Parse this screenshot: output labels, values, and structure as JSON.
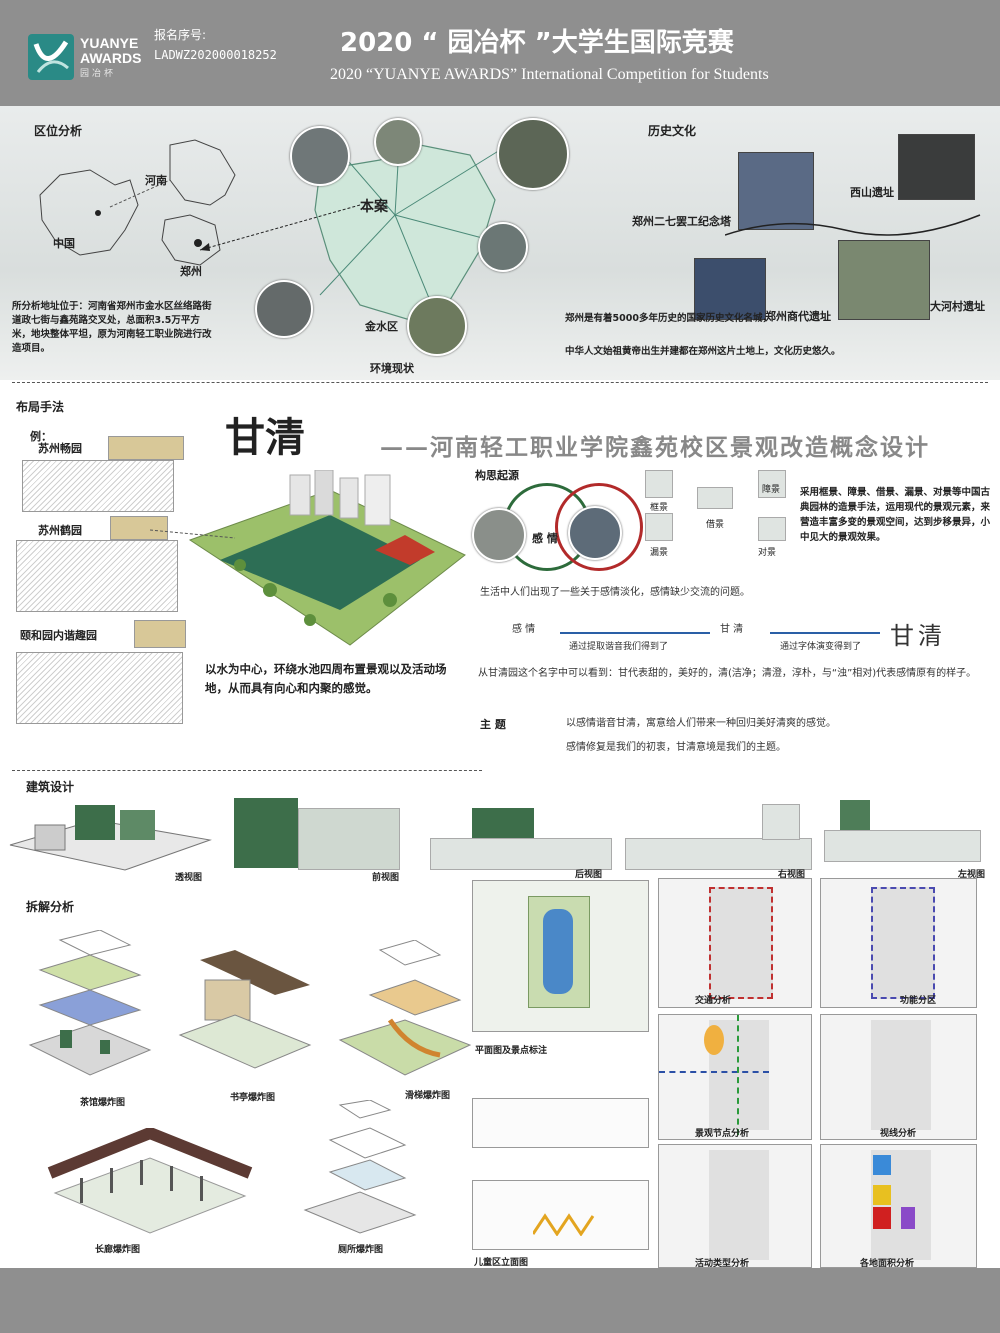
{
  "header": {
    "logo_text_line1": "YUANYE",
    "logo_text_line2": "AWARDS",
    "logo_cn": "园冶杯",
    "reg_label": "报名序号:",
    "reg_no": "LADWZ202000018252",
    "title_cn": "2020 “ 园冶杯 ”大学生国际竞赛",
    "title_en": "2020 “YUANYE AWARDS” International Competition for  Students"
  },
  "location": {
    "heading": "区位分析",
    "labels": {
      "henan": "河南",
      "china": "中国",
      "zhengzhou": "郑州",
      "campus": "本案",
      "district": "金水区",
      "status": "环境现状"
    },
    "description": "所分析地址位于：河南省郑州市金水区丝络路街道政七街与鑫苑路交叉处，总面积3.5万平方米，地块整体平坦，原为河南轻工职业院进行改造项目。"
  },
  "history": {
    "heading": "历史文化",
    "sites": {
      "xishan": "西山遗址",
      "erqi": "郑州二七罢工纪念塔",
      "shang": "郑州商代遗址",
      "dahe": "大河村遗址"
    },
    "description_1": "郑州是有着5000多年历史的国家历史文化名城，",
    "description_2": "中华人文始祖黄帝出生并建都在郑州这片土地上，文化历史悠久。"
  },
  "layout_method": {
    "heading": "布局手法",
    "example_label": "例：",
    "examples": [
      "苏州畅园",
      "苏州鹤园",
      "颐和园内谐趣园"
    ],
    "conclusion": "以水为中心，环绕水池四周布置景观以及活动场地，从而具有向心和内聚的感觉。"
  },
  "title": {
    "main": "甘清",
    "subtitle": "——河南轻工职业学院鑫苑校区景观改造概念设计"
  },
  "concept": {
    "heading": "构思起源",
    "center_label": "感 情",
    "methods": [
      "框景",
      "障景",
      "借景",
      "漏景",
      "对景"
    ],
    "methods_text": "采用框景、障景、借景、漏景、对景等中国古典园林的造景手法，运用现代的景观元素，来营造丰富多变的景观空间，达到步移景异，小中见大的景观效果。",
    "problem": "生活中人们出现了一些关于感情淡化，感情缺少交流的问题。",
    "flow_from": "感  情",
    "flow_mid": "甘  清",
    "flow_note_1": "通过提取谐音我们得到了",
    "flow_note_2": "通过字体演变得到了",
    "flow_glyph": "甘清",
    "meaning": "从甘清园这个名字中可以看到：甘代表甜的，美好的，清(洁净；清澄，淳朴，与“浊”相对)代表感情原有的样子。",
    "theme_label": "主    题",
    "theme_1": "以感情谐音甘清，寓意给人们带来一种回归美好清爽的感觉。",
    "theme_2": "感情修复是我们的初衷，甘清意境是我们的主题。"
  },
  "architecture": {
    "heading": "建筑设计",
    "views": [
      "透视图",
      "前视图",
      "后视图",
      "右视图",
      "左视图"
    ]
  },
  "explode": {
    "heading": "拆解分析",
    "items": [
      "茶馆爆炸图",
      "书亭爆炸图",
      "滑梯爆炸图",
      "长廊爆炸图",
      "厕所爆炸图"
    ]
  },
  "plans": {
    "site_plan": "平面图及景点标注",
    "kids_elevation": "儿童区立面图",
    "analyses": [
      "交通分析",
      "功能分区",
      "景观节点分析",
      "视线分析",
      "活动类型分析",
      "各地面积分析"
    ]
  }
}
